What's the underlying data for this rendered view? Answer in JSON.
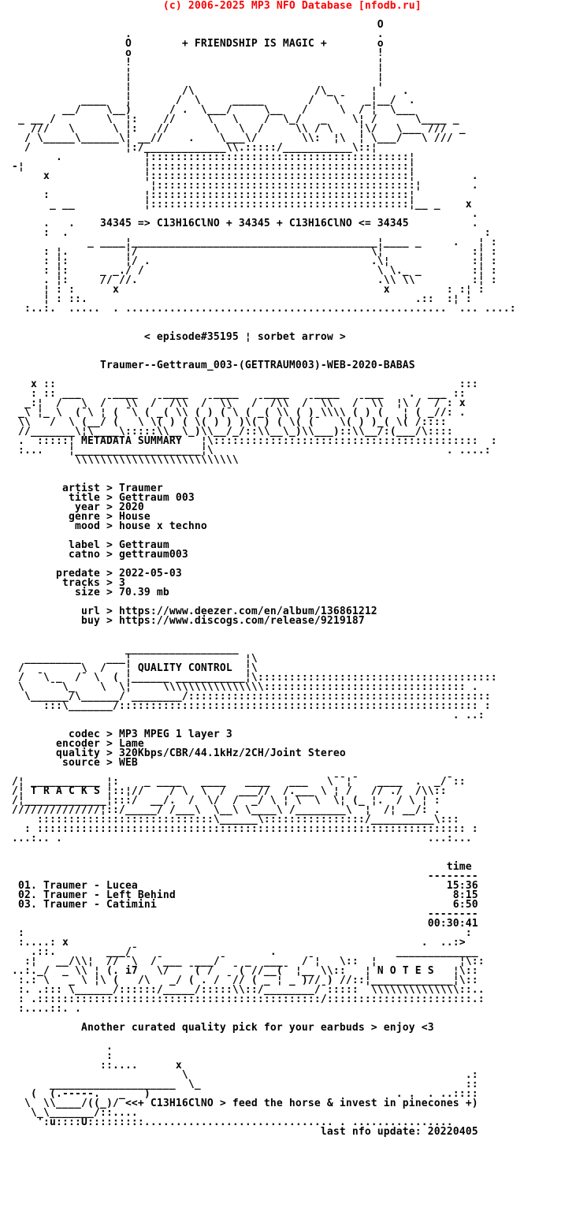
{
  "colors": {
    "background": "#ffffff",
    "text": "#000000",
    "header_red": "#ff0000"
  },
  "site_header": {
    "copyright": "(c) 2006-2025 MP3 NFO Database [nfodb.ru]"
  },
  "release": {
    "group_motto": "+ FRIENDSHIP IS MAGIC +",
    "formula_line": "34345 => C13H16ClNO + 34345 + C13H16ClNO <= 34345",
    "episode_tag": "< episode#35195 | sorbet arrow >",
    "scene_name": "Traumer--Gettraum_003-(GETTRAUM003)-WEB-2020-BABAS",
    "metadata": {
      "artist": "Traumer",
      "title": "Gettraum 003",
      "year": "2020",
      "genre": "House",
      "mood": "house x techno",
      "label": "Gettraum",
      "catno": "gettraum003",
      "predate": "2022-05-03",
      "tracks": "3",
      "size": "70.39 mb",
      "url": "https://www.deezer.com/en/album/136861212",
      "buy": "https://www.discogs.com/release/9219187"
    },
    "quality": {
      "codec": "MP3 MPEG 1 layer 3",
      "encoder": "Lame",
      "quality": "320Kbps/CBR/44.1kHz/2CH/Joint Stereo",
      "source": "WEB"
    },
    "tracklist": {
      "time_header": "time",
      "rows": [
        {
          "no": "01",
          "artist": "Traumer",
          "title": "Lucea",
          "time": "15:36"
        },
        {
          "no": "02",
          "artist": "Traumer",
          "title": "Left Behind",
          "time": "8:15"
        },
        {
          "no": "03",
          "artist": "Traumer",
          "title": "Catimini",
          "time": "6:50"
        }
      ],
      "total_time": "00:30:41"
    },
    "banners": [
      "METADATA SUMMARY",
      "QUALITY CONTROL",
      "T R A C K S",
      "N O T E S"
    ],
    "notes_text": "Another curated quality pick for your earbuds > enjoy <3",
    "footer_quote": "<<+ C13H16ClNO > feed the horse & invest in pinecones +)",
    "last_update_line": "last nfo update: 20220405"
  },
  "nfo": {
    "header_line": "                        (c) 2006-2025 MP3 NFO Database [nfodb.ru]",
    "top_art": [
      "",
      "                                                          O",
      "                  .                                       .",
      "                  O        + FRIENDSHIP IS MAGIC +        o",
      "                  o                                       !",
      "                  !                                       ¦",
      "                  ¦                                       ¦",
      "                  ¦                                       ¦",
      "                  ¦        /\\                   /\\_      ¦    .",
      "           ____   ¦       /  \\     _____       /   \\¯   _¦__/  .",
      "        __/    \\__)      / .  \\___/     \\__   /     \\  / ¦  \\___",
      " _ __ /        \\  ¦:    //     \\   \\    /  \\_/   _    \\¦ /      \\____ _",
      "   ///   \\      \\ ¦:   //       \\   \\  /     \\\\ / \\    ¦\\/   \\___ ///  _",
      "  / \\_____\\______\\¦ __//    .    \\___\\/       \\\\:  ¦\\  ¦ \\___/   \\ ///",
      "  /               ¦:/_____________\\\\.:::::/___________\\::¦",
      "       .             ¦:::::::::::::::::::::::::::::::::::::::::¦",
      "-¦                   ¦:::::::::::::::::::::::::::::::::::::::::¦",
      "     x               ¦:::::::::::::::::::::::::::::::::::::::::¦         .",
      "                      ¦:::::::::::::::::::::::::::::::::::::::::¦        .",
      "     :               ¦:::::::::::::::::::::::::::::::::::::::::¦",
      "      _ __           ¦:::::::::::::::::::::::::::::::::::::::::¦__ _    x",
      "                                                                         .",
      "     .   .    34345 => C13H16ClNO + 34345 + C13H16ClNO <= 34345          .",
      "     :  .                                                                  :",
      "            _ ____¦_______________________________________¦____ _     .   ¦ :",
      "     : ¦.        ¯¦/                                     \\¦¯             :¦ :",
      "     : ¦:         ¦/ .                                   .\\¦             :¦ :",
      "     : ¦:     _ _./ /                                     \\ \\._ _        :¦ :",
      "     . ¦:     // //.                                      .\\\\ \\\\         :¦ :",
      "     ¦ : :      x                                          x         : :¦ :",
      "     ¦ : ::.                                                    .::  :¦ :",
      "  :..:.  .....  . ...................................................  ... ....:",
      "",
      "",
      ""
    ],
    "release_header": [
      "                     < episode#35195 ¦ sorbet arrow >",
      "",
      "",
      "              Traumer--Gettraum_003-(GETTRAUM003)-WEB-2020-BABAS",
      "",
      ""
    ],
    "metadata_section": [
      "   x ::                                                                :::",
      "   : :: ___     ____    ____    ____    ____    ____    ___    .  ___ ::",
      "  _:¦  /  ¯\\  /¯  \\\\  /¯ /\\\\  /¯ \\\\   /¯ /\\\\  /¯ \\\\   /¯ \\\\  ¦\\ /  /¯: x",
      " _\\ ¦_ \\  (¯\\ ¦ ( ¯\\ ( _( \\\\ ( ) (¯\\ ( _( \\\\ ( ) \\\\\\\\ ( ) (   ¦ ( _//: .",
      " \\\\   /  \\ (__/ (   \\ \\( ) ( \\( ) ) )\\( ) ( \\( (¯   \\( ) )_( \\( /::::",
      " //_______\\¦\\____\\:::::\\\\__\\_)\\\\__/_/::\\\\__\\_)\\\\___)::\\\\__/:(___/\\::::",
      " .  :::::¦ METADATA SUMMARY   ¦\\::::::::::::::::::::::::::::::::::::::::::  :",
      " :...    ¦____________________¦\\                                     . ....:",
      "          \\\\\\\\\\\\\\\\\\\\\\\\\\\\\\\\\\\\\\\\\\\\\\\\\\\\",
      "",
      "",
      "        artist > Traumer",
      "         title > Gettraum 003",
      "          year > 2020",
      "         genre > House",
      "          mood > house x techno",
      "",
      "         label > Gettraum",
      "         catno > gettraum003",
      "",
      "       predate > 2022-05-03",
      "        tracks > 3",
      "          size > 70.39 mb",
      "",
      "           url > https://www.deezer.com/en/album/136861212",
      "           buy > https://www.discogs.com/release/9219187",
      "",
      ""
    ],
    "quality_section": [
      "",
      "                  __________________",
      "  _________    ___¦                  ¦\\",
      " /         \\  /   ¦ QUALITY CONTROL  ¦\\",
      " /  ¯\\ _  /¯ \\  ( ¦______ ___________¦\\::::::::::::::::::::::::::::::::::::::",
      " \\    ¯ \\_    \\  \\¦     \\\\\\\\\\\\\\\\\\\\\\\\\\\\\\\\:::::::::::::::::::::::::::::::: .",
      "  \\______/\\______/ ________/::::::::::::::::::::::::::::::::::::::::::::::::",
      "     :::\\_______/::::::::::::::::::::::::::::::::::::::::::::::::::::::::: :",
      "                                                                      . ..:",
      "",
      "         codec > MP3 MPEG 1 layer 3",
      "       encoder > Lame",
      "       quality > 320Kbps/CBR/44.1kHz/2CH/Joint Stereo",
      "        source > WEB",
      ""
    ],
    "tracks_section": [
      "",
      "/¦ ___________ ¦:    _ ____   ____   ____   ___   \\¯¯¦¯   ____  .  _/¯::",
      "/¦ T R A C K S ¦::¦//    /¯\\  \\  /  ___//  /.___ \\ ¦ /   // ./  /\\\\::",
      "/¦_____________¦:::/  __/.  /  \\/  /  _/ \\ ¦ \\  \\  \\¦ (_ ¦.  / \\ ¦ :",
      "//////////////¦::/_____/ /___\\  \\__\\ \\____\\ /________\\  ¦  /¦ __/: .",
      "    ::::::::::::::::::::::::::::\\______\\::::::::::::::::/__________\\:::",
      "  : :::::::::::::::::::::::::::::::::::::::::::::::::::::::::::::::::::: :",
      "...:.. .                                                          ...:...",
      "",
      "",
      "                                                                     time",
      "                                                                  --------",
      " 01. Traumer - Lucea                                                 15:36",
      " 02. Traumer - Left Behind                                            8:15",
      " 03. Traumer - Catimini                                               6:50",
      "                                                                  --------",
      "                                                                  00:30:41",
      ""
    ],
    "notes_section": [
      " :                                                                      :",
      " :....: x                                                        .  ..:>",
      "   .::.        ___/¯                     .                   _____________",
      "  :¦   __/\\\\¦  //¯¯\\  /¯___  ___/¯   _  ___   /¯¦   \\::  ¦             ¦\\::",
      "..:._/  _ \\\\ ¦ (. i7   \\/   ¯( /   ¯( //__(¯ ¦__ \\\\::   ¦ N O T E S   ¦\\::",
      " :.: \\   _ \\ ¦\\ (   /\\   _/ ( . / ¯// ( _ ¦ _ )// ) //::¦_____________¦\\::",
      " :. .::: \\______/::::::/_____/:::::\\\\::/________/¯:::::  \\\\\\\\\\\\\\\\\\\\\\\\\\\\::..",
      " : .:::::::::::::::::::::::::::::::::::::::::::::/:::::::::::::::::::::::.:",
      " :....::. .",
      "",
      "           Another curated quality pick for your earbuds > enjoy <3",
      "",
      ""
    ],
    "footer_section": [
      "               .",
      "               :",
      "              ::....      x",
      "                           \\                                            .:",
      "      ____________________  \\_                                          ::",
      "   (  (.-----.   _   )                                       . .  . ..::::",
      "  \\  \\\\____/((_)/ <<+ C13H16ClNO > feed the horse & invest in pinecones +)",
      "   \\_\\_______/::....",
      "    ':u::::U:::::::::.............................. . ................",
      "                                                 last nfo update: 20220405",
      "",
      "",
      "",
      ""
    ]
  }
}
